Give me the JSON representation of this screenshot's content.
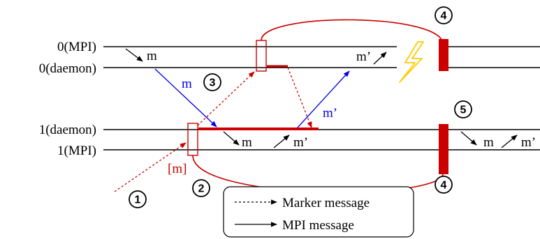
{
  "processes": {
    "p0_mpi": "0(MPI)",
    "p0_daemon": "0(daemon)",
    "p1_daemon": "1(daemon)",
    "p1_mpi": "1(MPI)"
  },
  "messages": {
    "m_p0_send": "m",
    "m_p0_recv": "m’",
    "m_blue_1": "m",
    "m_blue_2": "m’",
    "m_p1_a": "m",
    "m_p1_b": "m’",
    "m_p1_after_1": "m",
    "m_p1_after_2": "m’",
    "m_logged": "[m]"
  },
  "steps": {
    "s1": "1",
    "s2": "2",
    "s3": "3",
    "s4_top": "4",
    "s4_bottom": "4",
    "s5": "5"
  },
  "legend": {
    "marker": "Marker message",
    "mpi": "MPI message"
  },
  "colors": {
    "red": "#cc0000",
    "blue": "#0000ee",
    "lightning": "#ffcc00"
  }
}
